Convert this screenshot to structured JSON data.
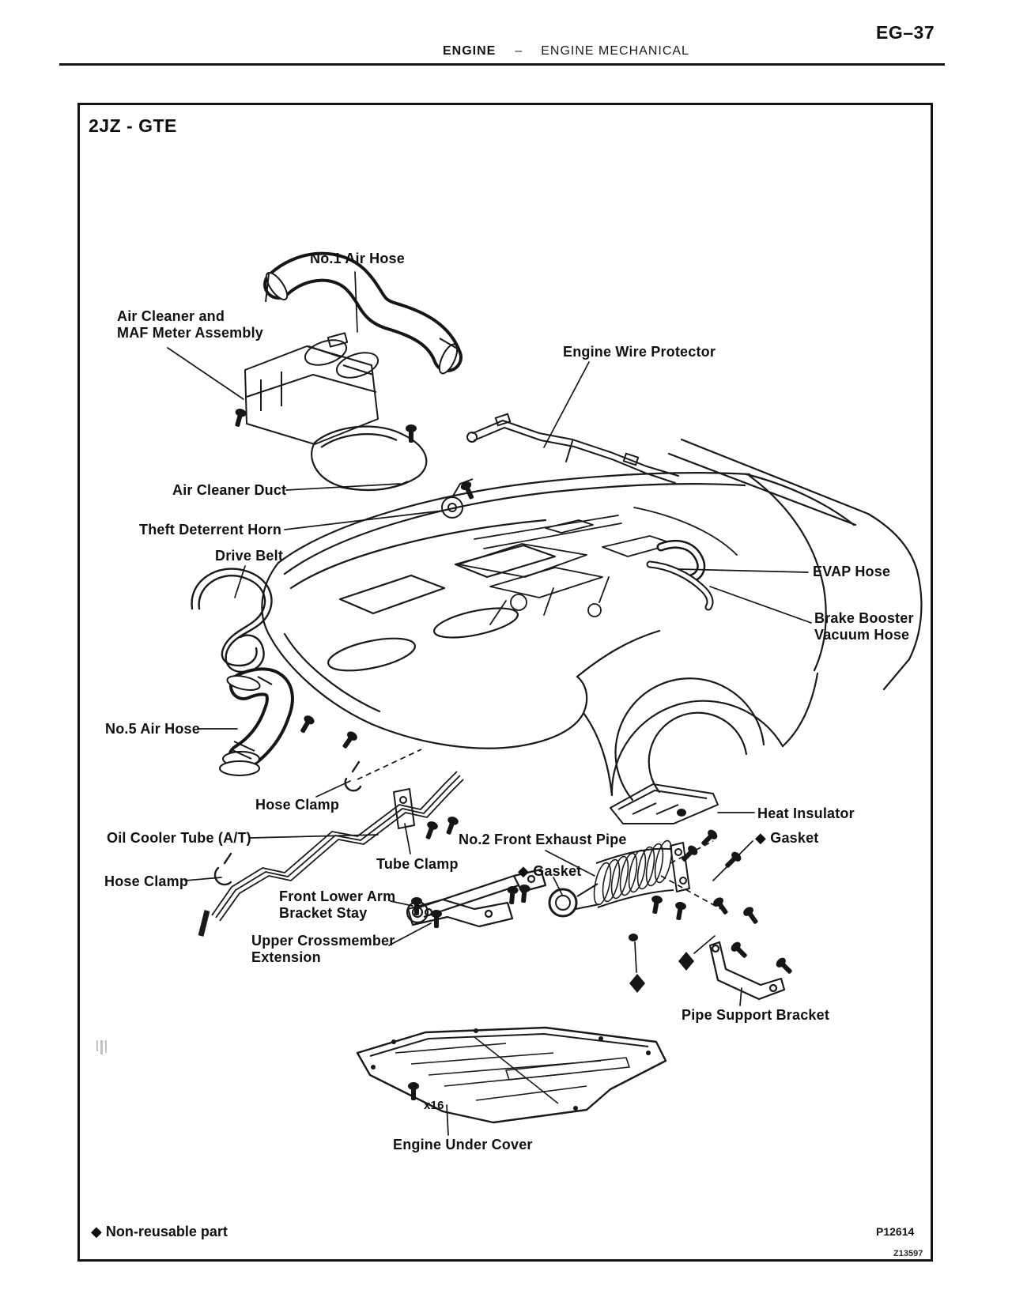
{
  "header": {
    "section": "ENGINE",
    "separator": "–",
    "subsection": "ENGINE MECHANICAL",
    "page_number": "EG–37"
  },
  "figure": {
    "title": "2JZ - GTE",
    "labels": [
      {
        "id": "no1-air-hose",
        "text": "No.1 Air Hose"
      },
      {
        "id": "air-cleaner-maf",
        "text": "Air Cleaner and\nMAF Meter Assembly"
      },
      {
        "id": "engine-wire-protector",
        "text": "Engine Wire Protector"
      },
      {
        "id": "air-cleaner-duct",
        "text": "Air Cleaner Duct"
      },
      {
        "id": "theft-deterrent-horn",
        "text": "Theft Deterrent Horn"
      },
      {
        "id": "drive-belt",
        "text": "Drive Belt"
      },
      {
        "id": "evap-hose",
        "text": "EVAP Hose"
      },
      {
        "id": "brake-booster-vacuum-hose",
        "text": "Brake Booster\nVacuum Hose"
      },
      {
        "id": "no5-air-hose",
        "text": "No.5 Air Hose"
      },
      {
        "id": "hose-clamp-1",
        "text": "Hose Clamp"
      },
      {
        "id": "oil-cooler-tube",
        "text": "Oil Cooler Tube (A/T)"
      },
      {
        "id": "tube-clamp",
        "text": "Tube Clamp"
      },
      {
        "id": "hose-clamp-2",
        "text": "Hose Clamp"
      },
      {
        "id": "front-lower-arm-bracket-stay",
        "text": "Front Lower Arm\nBracket Stay"
      },
      {
        "id": "upper-crossmember-extension",
        "text": "Upper Crossmember\nExtension"
      },
      {
        "id": "no2-front-exhaust-pipe",
        "text": "No.2 Front Exhaust Pipe"
      },
      {
        "id": "gasket-lower",
        "text": "◆ Gasket"
      },
      {
        "id": "heat-insulator",
        "text": "Heat Insulator"
      },
      {
        "id": "gasket-right",
        "text": "◆ Gasket"
      },
      {
        "id": "pipe-support-bracket",
        "text": "Pipe Support Bracket"
      },
      {
        "id": "bolt-count",
        "text": "x16"
      },
      {
        "id": "engine-under-cover",
        "text": "Engine Under Cover"
      }
    ],
    "legend": {
      "non_reusable": "◆ Non-reusable part"
    },
    "codes": {
      "figure_code": "P12614",
      "print_code": "Z13597"
    }
  }
}
